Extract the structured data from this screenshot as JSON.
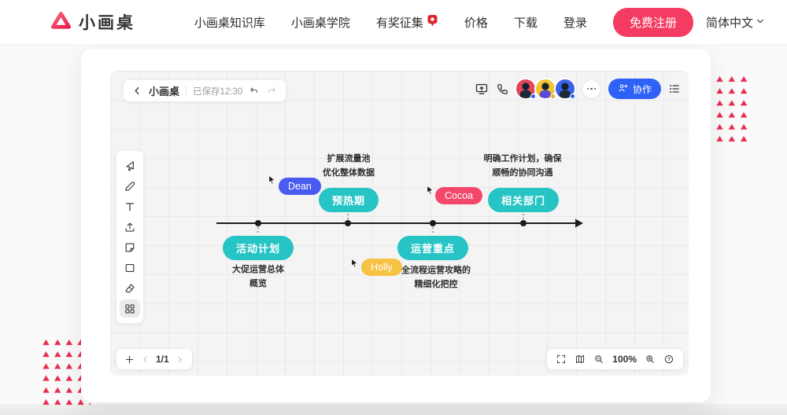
{
  "colors": {
    "accent_pink": "#f43b61",
    "triangle_red": "#ea2c4e",
    "collab_blue": "#2e62f6",
    "stage_teal": "#26c4c5"
  },
  "nav": {
    "logo_text": "小画桌",
    "items": [
      {
        "label": "小画桌知识库"
      },
      {
        "label": "小画桌学院"
      },
      {
        "label": "有奖征集"
      },
      {
        "label": "价格"
      },
      {
        "label": "下载"
      },
      {
        "label": "登录"
      }
    ],
    "register_label": "免费注册",
    "lang_label": "简体中文"
  },
  "board": {
    "title": "小画桌",
    "saved_status": "已保存12:30",
    "collab_label": "协作",
    "page_indicator": "1/1",
    "zoom_level": "100%"
  },
  "timeline": {
    "stages": [
      {
        "label": "活动计划",
        "side": "below",
        "note": "大促运营总体\n概览"
      },
      {
        "label": "预热期",
        "side": "above",
        "note": "扩展流量池\n优化整体数据"
      },
      {
        "label": "运营重点",
        "side": "below",
        "note": "全流程运营攻略的\n精细化把控"
      },
      {
        "label": "相关部门",
        "side": "above",
        "note": "明确工作计划，确保\n顺畅的协同沟通"
      }
    ],
    "collaborator_cursors": [
      {
        "name": "Dean",
        "color": "#4a5bf0"
      },
      {
        "name": "Cocoa",
        "color": "#f4486b"
      },
      {
        "name": "Holly",
        "color": "#f6c243"
      }
    ]
  }
}
